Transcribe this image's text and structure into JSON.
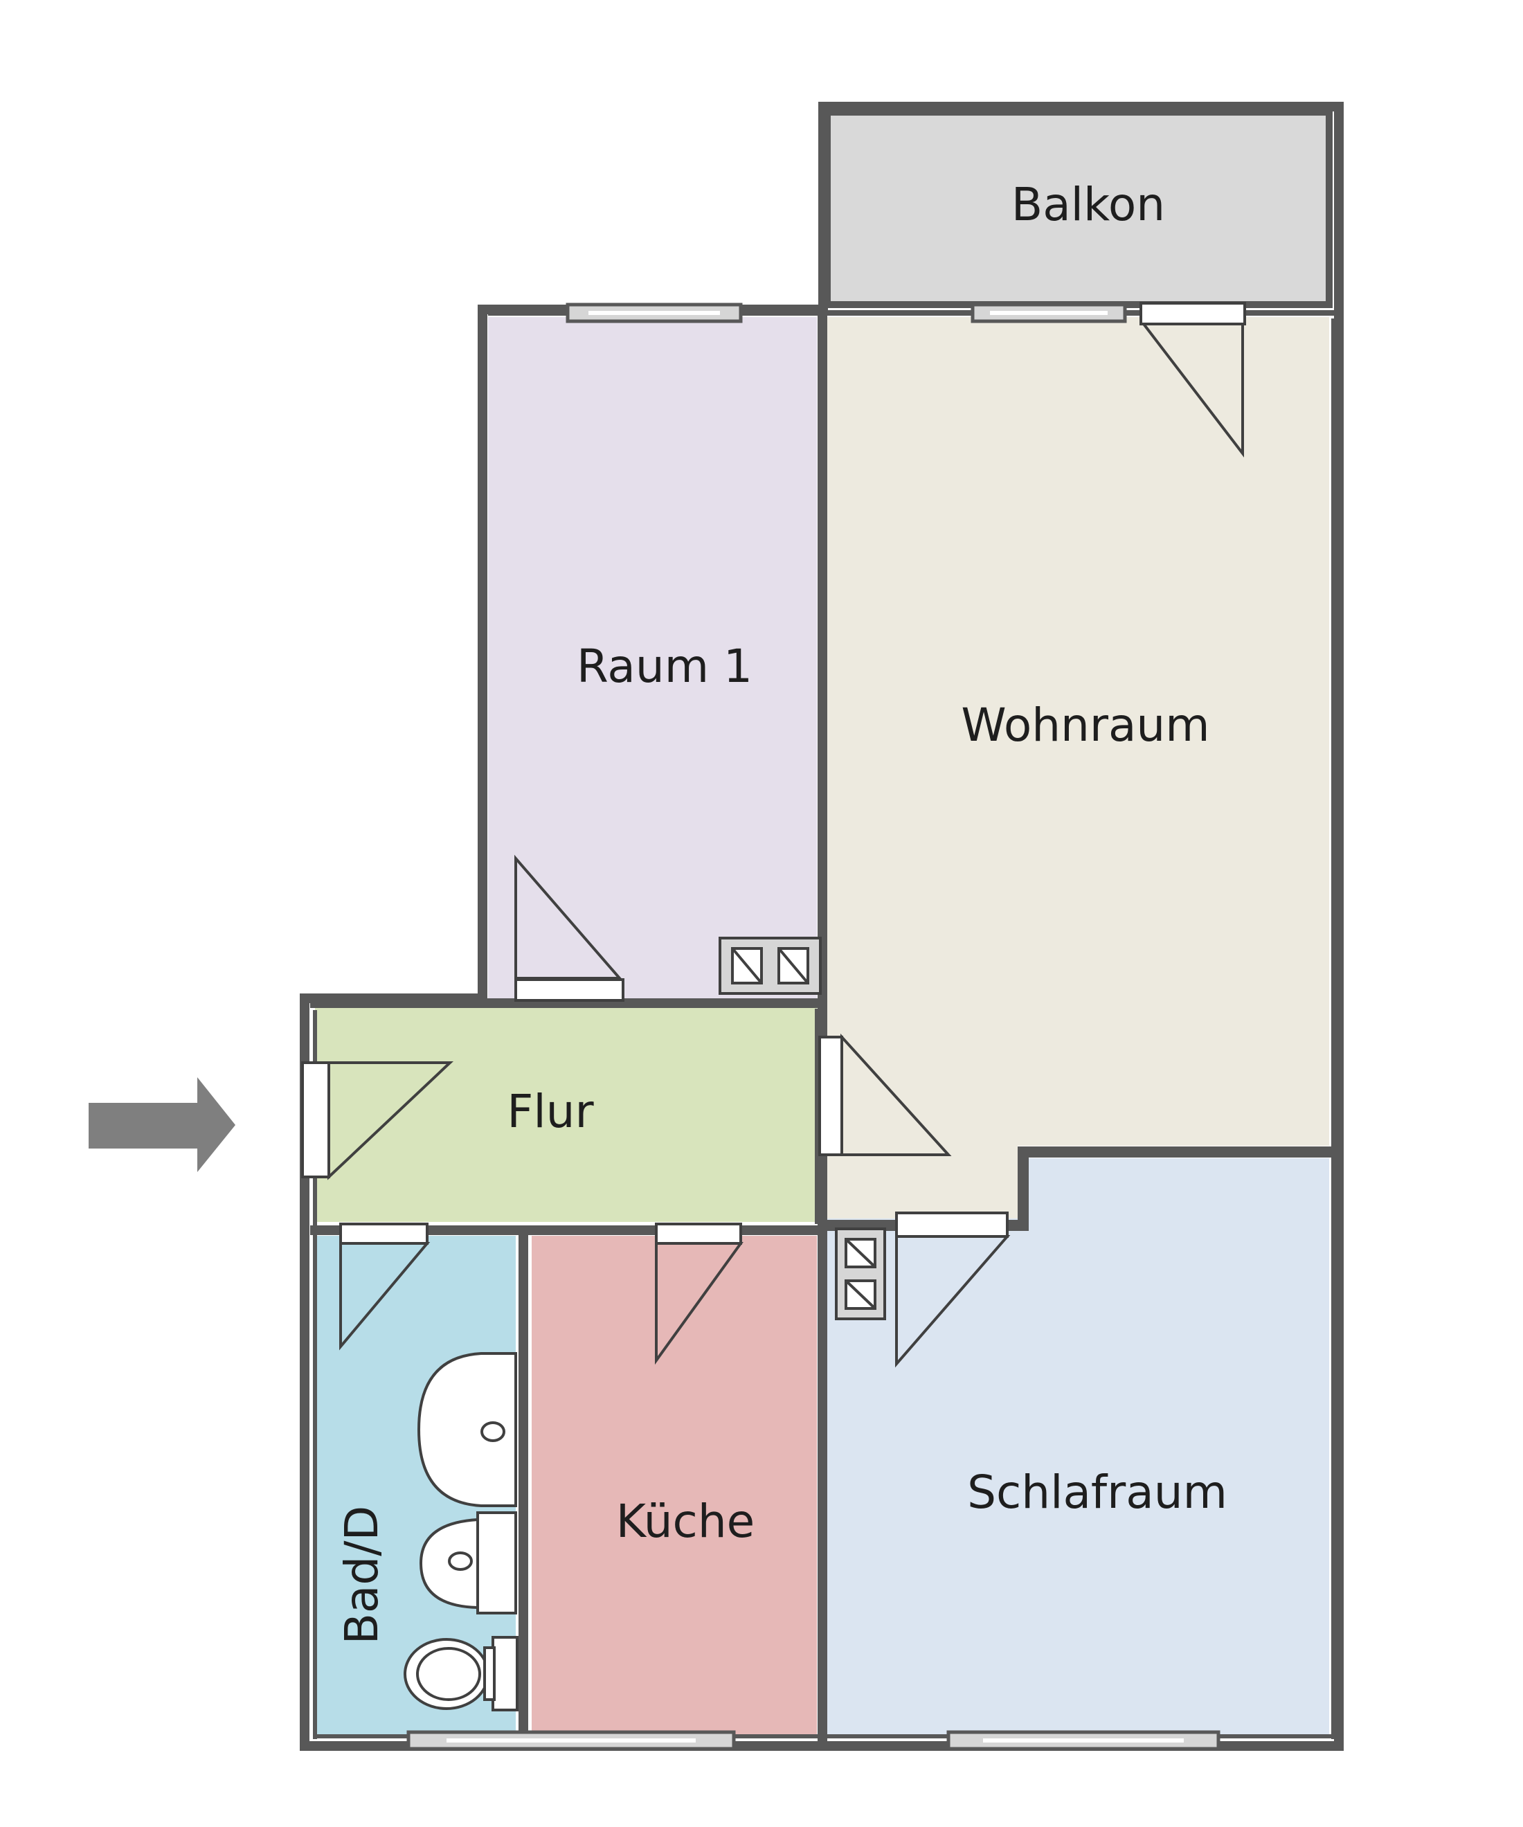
{
  "rooms": {
    "balkon": {
      "label": "Balkon",
      "color": "#d9d9d9"
    },
    "raum1": {
      "label": "Raum 1",
      "color": "#e5dfeb"
    },
    "wohnraum": {
      "label": "Wohnraum",
      "color": "#edeadf"
    },
    "flur": {
      "label": "Flur",
      "color": "#d8e4bc"
    },
    "bad": {
      "label": "Bad/D",
      "color": "#b7dde8"
    },
    "kueche": {
      "label": "Küche",
      "color": "#e6b8b7"
    },
    "schlafraum": {
      "label": "Schlafraum",
      "color": "#dbe5f1"
    }
  },
  "colors": {
    "wall": "#585858",
    "arrow": "#7f7f7f",
    "fixture": "#ffffff",
    "vent": "#d6d6d6"
  },
  "icons": {
    "entrance": "entrance-arrow-icon",
    "door": "door-swing-icon",
    "window": "window-icon",
    "vent": "ventilation-shaft-icon",
    "washbasin": "washbasin-icon",
    "sink": "sink-icon",
    "toilet": "toilet-icon"
  }
}
